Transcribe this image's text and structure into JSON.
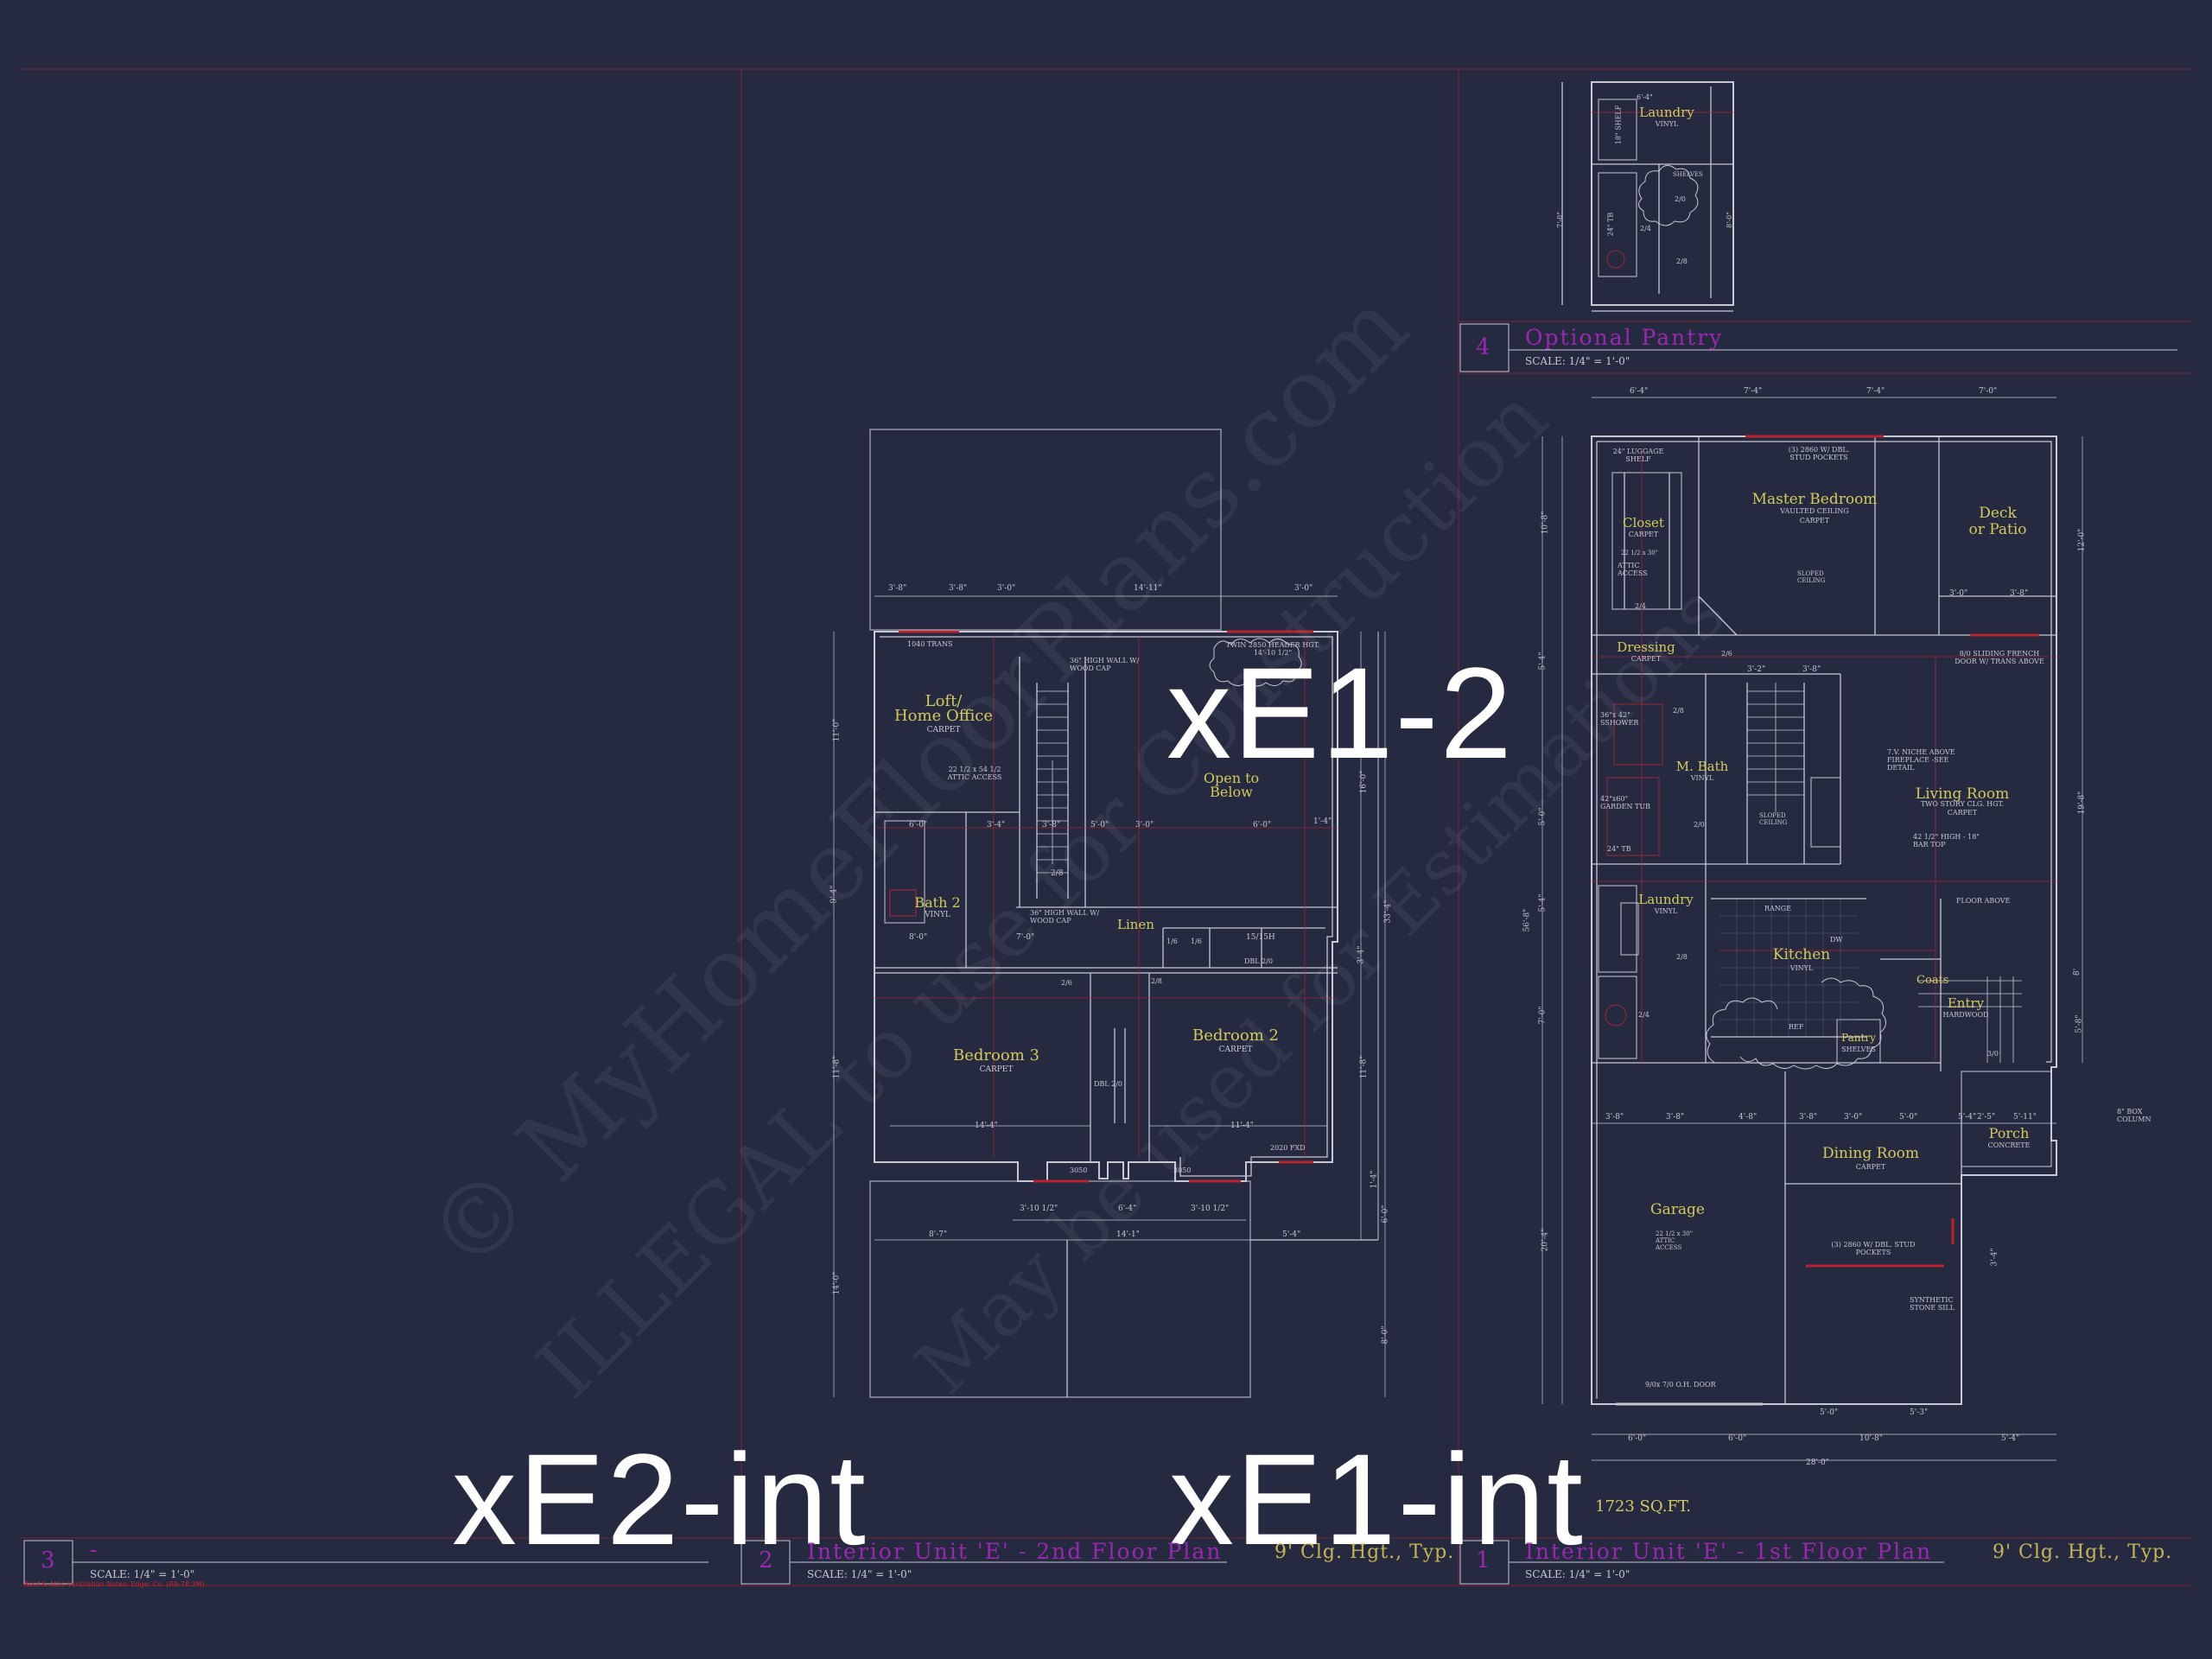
{
  "colors": {
    "background": "#262a41",
    "wall_line": "#c8c8d2",
    "red_line": "#b8232c",
    "room_label": "#d4c95a",
    "title_purple": "#9b27b0"
  },
  "watermark": {
    "line1": "© MyHomeFloorPlans.com",
    "line2": "ILLEGAL to use for Construction",
    "line3": "May be used for Estimations"
  },
  "overlay_labels": {
    "e1_2": "xE1-2",
    "e2_int": "xE2-int",
    "e1_int": "xE1-int"
  },
  "title_blocks": {
    "view3": {
      "number": "3",
      "title": "-",
      "scale": "SCALE: 1/4\" = 1'-0\"",
      "note": "Roof & Attic Ventilation Notes: Edge: Co. (R8-78.3M)"
    },
    "view2": {
      "number": "2",
      "title": "Interior Unit 'E' - 2nd Floor Plan",
      "ceiling": "9' Clg. Hgt., Typ.",
      "scale": "SCALE: 1/4\" = 1'-0\""
    },
    "view1": {
      "number": "1",
      "title": "Interior Unit 'E' - 1st Floor Plan",
      "ceiling": "9' Clg. Hgt., Typ.",
      "scale": "SCALE: 1/4\" = 1'-0\""
    },
    "view4": {
      "number": "4",
      "title": "Optional Pantry",
      "scale": "SCALE: 1/4\" = 1'-0\""
    }
  },
  "sqft": "1723 SQ.FT.",
  "second_floor": {
    "rooms": [
      {
        "name": "Loft/",
        "sub": "Home Office",
        "finish": "CARPET"
      },
      {
        "name": "Open to",
        "sub": "Below",
        "finish": ""
      },
      {
        "name": "Bath 2",
        "sub": "",
        "finish": "VINYL"
      },
      {
        "name": "Linen",
        "sub": "",
        "finish": ""
      },
      {
        "name": "Bedroom 3",
        "sub": "",
        "finish": "CARPET"
      },
      {
        "name": "Bedroom 2",
        "sub": "",
        "finish": "CARPET"
      }
    ],
    "notes": [
      "1040 TRANS",
      "36\" HIGH WALL W/ WOOD CAP",
      "TWIN 2850 HEADER HGT. 14'-10 1/2\"",
      "22 1/2 x 54 1/2 ATTIC ACCESS",
      "36\" HIGH WALL W/ WOOD CAP",
      "1/6",
      "1/6",
      "15/15H",
      "DBL 2/0",
      "2/6",
      "2/8",
      "DBL 2/0",
      "3050",
      "3050",
      "2020 FXD"
    ],
    "dims_top": [
      "3'-8\"",
      "3'-8\"",
      "3'-0\"",
      "14'-11\"",
      "3'-0\""
    ],
    "dims_bottom": [
      "3'-10 1/2\"",
      "6'-4\"",
      "3'-10 1/2\"",
      "14'-1\"",
      "8'-7\"",
      "5'-4\""
    ],
    "dims_mid": [
      "14'-4\"",
      "11'-4\"",
      "6'-0\"",
      "8'-0\"",
      "3'-4\"",
      "3'-8\"",
      "5'-0\"",
      "3'-0\"",
      "6'-0\"",
      "1'-4\"",
      "2/8",
      "7'-0\""
    ],
    "dims_side": [
      "11'-0\"",
      "9'-4\"",
      "11'-8\"",
      "14'-0\"",
      "16'-0\"",
      "33'-4\"",
      "11'-8\"",
      "6'-0\"",
      "8'-0\"",
      "1'-4\"",
      "3'-4\""
    ]
  },
  "first_floor": {
    "rooms": [
      {
        "name": "Master Bedroom",
        "sub": "VAULTED CEILING",
        "finish": "CARPET"
      },
      {
        "name": "Deck",
        "sub": "or Patio",
        "finish": ""
      },
      {
        "name": "Closet",
        "sub": "",
        "finish": "CARPET"
      },
      {
        "name": "Dressing",
        "sub": "",
        "finish": "CARPET"
      },
      {
        "name": "M. Bath",
        "sub": "",
        "finish": "VINYL"
      },
      {
        "name": "Living Room",
        "sub": "TWO STORY CLG. HGT.",
        "finish": "CARPET"
      },
      {
        "name": "Laundry",
        "sub": "",
        "finish": "VINYL"
      },
      {
        "name": "Kitchen",
        "sub": "",
        "finish": "VINYL"
      },
      {
        "name": "Coats",
        "sub": "",
        "finish": ""
      },
      {
        "name": "Entry",
        "sub": "",
        "finish": "HARDWOOD"
      },
      {
        "name": "Pantry",
        "sub": "",
        "finish": "SHELVES"
      },
      {
        "name": "Porch",
        "sub": "",
        "finish": "CONCRETE"
      },
      {
        "name": "Dining Room",
        "sub": "",
        "finish": "CARPET"
      },
      {
        "name": "Garage",
        "sub": "",
        "finish": ""
      }
    ],
    "notes": [
      "24\" LUGGAGE SHELF",
      "(3) 2860 W/ DBL. STUD POCKETS",
      "2/4",
      "ATTIC ACCESS",
      "22 1/2 x 30\"",
      "SLOPED CEILING",
      "8/0 SLIDING FRENCH DOOR W/ TRANS ABOVE",
      "36\"x 42\" SSHOWER",
      "42\"x60\" GARDEN TUB",
      "24\" TB",
      "7.V. NICHE ABOVE FIREPLACE -SEE DETAIL",
      "42 1/2\" HIGH - 18\" BAR TOP",
      "FLOOR ABOVE",
      "RANGE",
      "DW",
      "REF",
      "SLOPED CEILING",
      "22 1/2 x 30\" ATTIC ACCESS",
      "(3) 2860 W/ DBL. STUD POCKETS",
      "SYNTHETIC STONE SILL",
      "8\" BOX COLUMN",
      "9/0x 7/0 O.H. DOOR",
      "2/6",
      "2/8",
      "2/8",
      "2/4",
      "2/0",
      "3/0"
    ],
    "dims_top": [
      "6'-4\"",
      "7'-4\"",
      "7'-4\"",
      "7'-0\""
    ],
    "dims_bottom": [
      "6'-0\"",
      "6'-0\"",
      "10'-8\"",
      "5'-4\"",
      "28'-0\"",
      "5'-0\"",
      "5'-3\""
    ],
    "dims_mid": [
      "3'-8\"",
      "3'-8\"",
      "4'-8\"",
      "3'-8\"",
      "3'-0\"",
      "5'-0\"",
      "5'-4\"",
      "3'-0\"",
      "3'-8\"",
      "2'-5\"",
      "5'-11\"",
      "3'-2\"",
      "3'-8\""
    ],
    "dims_side": [
      "10'-8\"",
      "5'-4\"",
      "5'-0\"",
      "5'-4\"",
      "7'-0\"",
      "56'-8\"",
      "20'-4\"",
      "12'-0\"",
      "19'-8\"",
      "8'",
      "5'-8\"",
      "3'-4\""
    ]
  },
  "optional_pantry": {
    "rooms": [
      {
        "name": "Laundry",
        "finish": "VINYL"
      }
    ],
    "notes": [
      "SHELVES",
      "2/0",
      "2/4",
      "2/8",
      "24\" TB",
      "18\" SHELF",
      "7'-0\"",
      "6'-4\"",
      "8'-0\""
    ]
  }
}
